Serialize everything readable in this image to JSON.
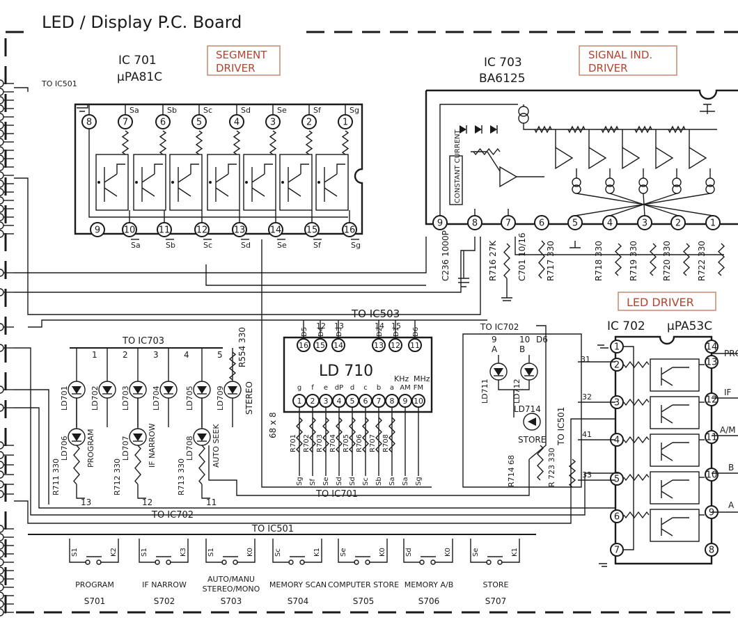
{
  "board_title": "LED / Display   P.C. Board",
  "ic701": {
    "ref": "IC 701",
    "part": "µPA81C",
    "label": "SEGMENT DRIVER",
    "top_pins": [
      "8",
      "7",
      "6",
      "5",
      "4",
      "3",
      "2",
      "1"
    ],
    "top_labels": [
      "Sa",
      "Sb",
      "Sc",
      "Sd",
      "Se",
      "Sf",
      "Sg"
    ],
    "bottom_pins": [
      "9",
      "10",
      "11",
      "12",
      "13",
      "14",
      "15",
      "16"
    ],
    "bottom_labels": [
      "Sa",
      "Sb",
      "Sc",
      "Sd",
      "Se",
      "Sf",
      "Sg"
    ]
  },
  "ic703": {
    "ref": "IC 703",
    "part": "BA6125",
    "label": "SIGNAL IND. DRIVER",
    "inner": "CONSTANT CURRENT",
    "pins": [
      "9",
      "8",
      "7",
      "6",
      "5",
      "4",
      "3",
      "2",
      "1"
    ]
  },
  "ic702": {
    "ref": "IC 702",
    "part": "µPA53C",
    "label": "LED DRIVER",
    "left_pins": [
      "1",
      "2",
      "3",
      "4",
      "5",
      "6",
      "7"
    ],
    "right_pins": [
      "14",
      "13",
      "12",
      "11",
      "10",
      "9",
      "8"
    ],
    "right_labels": [
      "PRO",
      "IF",
      "A/M",
      "B",
      "A"
    ],
    "left_nets": [
      "31",
      "32",
      "41",
      "33"
    ]
  },
  "ld710": {
    "name": "LD 710",
    "spec": "68 x 8",
    "unit_khz": "KHz",
    "unit_mhz": "MHz",
    "pins": [
      "1",
      "2",
      "3",
      "4",
      "5",
      "6",
      "7",
      "8",
      "9",
      "10"
    ],
    "seg_labels": [
      "g",
      "f",
      "e",
      "dP",
      "d",
      "c",
      "b",
      "a",
      "AM",
      "FM"
    ],
    "top_pins": [
      "16",
      "15",
      "14",
      "13",
      "12",
      "11"
    ],
    "top_labels": [
      "D5",
      "D4",
      "D3",
      "D2",
      "D1",
      "D6"
    ],
    "top_nums": [
      "12",
      "13",
      "14",
      "15"
    ],
    "resistors": [
      "R701",
      "R702",
      "R703",
      "R704",
      "R705",
      "R706",
      "R707",
      "R708"
    ],
    "bottom_labels": [
      "Sg",
      "Sf",
      "Se",
      "Sd",
      "Sd",
      "Sc",
      "Sb",
      "Sa",
      "Sa",
      "Sg"
    ]
  },
  "connections": {
    "to_ic501_top": "TO IC501",
    "to_ic503": "TO IC503",
    "to_ic703": "TO IC703",
    "to_ic702_top": "TO IC702",
    "to_ic701": "TO IC701",
    "to_ic702_bottom": "TO IC702",
    "to_ic501_bottom": "TO IC501",
    "to_ic501_vertical": "TO IC501"
  },
  "components": {
    "c236": "C236 1000P",
    "r716": "R716 27K",
    "c701": "C701 10/16",
    "r717": "R717 330",
    "r718": "R718 330",
    "r719": "R719 330",
    "r720": "R720 330",
    "r722": "R722 330",
    "r554": "R554 330",
    "r711": "R711 330",
    "r712": "R712 330",
    "r713": "R713 330",
    "r714": "R714 68",
    "r723": "R 723 330"
  },
  "leds_top": [
    "LD701",
    "LD702",
    "LD703",
    "LD704",
    "LD705",
    "LD709"
  ],
  "leds_top_nums": [
    "1",
    "2",
    "3",
    "4",
    "5"
  ],
  "leds_bottom": [
    {
      "ref": "LD706",
      "label": "PROGRAM"
    },
    {
      "ref": "LD707",
      "label": "IF NARROW"
    },
    {
      "ref": "LD708",
      "label": "AUTO SEEK"
    }
  ],
  "leds_bottom_nums": [
    "13",
    "12",
    "11"
  ],
  "stereo_label": "STEREO",
  "ld711": {
    "ref": "LD711",
    "pin": "9",
    "seg": "A"
  },
  "ld712": {
    "ref": "LD712",
    "pin": "10",
    "seg": "B"
  },
  "ld714": {
    "ref": "LD714",
    "label": "STORE",
    "pin": "D6"
  },
  "switches": [
    {
      "ref": "S701",
      "label": "PROGRAM",
      "a": "S1",
      "b": "K2"
    },
    {
      "ref": "S702",
      "label": "IF  NARROW",
      "a": "S1",
      "b": "K3"
    },
    {
      "ref": "S703",
      "label": "AUTO/MANU STEREO/MONO",
      "a": "S1",
      "b": "K0"
    },
    {
      "ref": "S704",
      "label": "MEMORY SCAN",
      "a": "Sc",
      "b": "K1"
    },
    {
      "ref": "S705",
      "label": "COMPUTER STORE",
      "a": "Se",
      "b": "K0"
    },
    {
      "ref": "S706",
      "label": "MEMORY A/B",
      "a": "Sd",
      "b": "K0"
    },
    {
      "ref": "S707",
      "label": "STORE",
      "a": "Se",
      "b": "K1"
    }
  ]
}
